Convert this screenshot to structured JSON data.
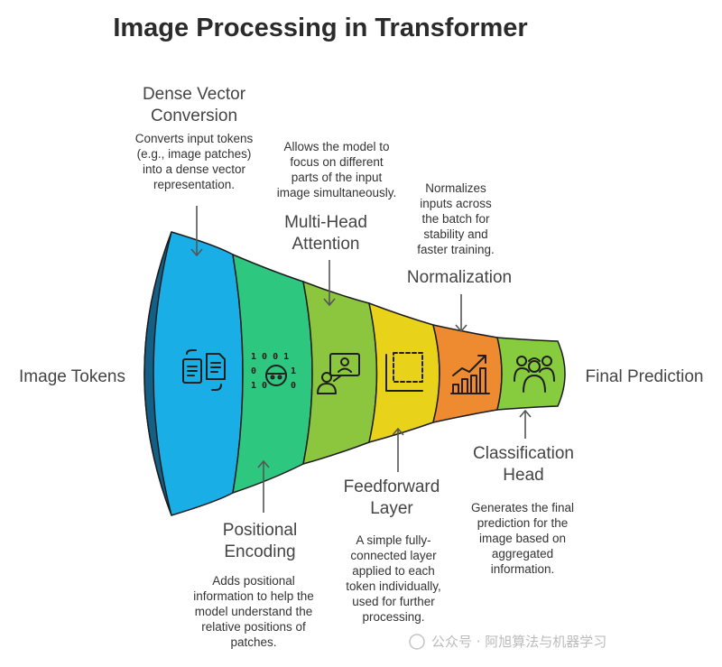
{
  "title": "Image Processing in Transformer",
  "input_label": "Image Tokens",
  "output_label": "Final Prediction",
  "stages": [
    {
      "id": "dense",
      "color": "#1aaee6",
      "icon": "document-convert-icon",
      "title": [
        "Dense Vector",
        "Conversion"
      ],
      "desc": [
        "Converts input tokens",
        "(e.g., image patches)",
        "into a dense vector",
        "representation."
      ]
    },
    {
      "id": "positional",
      "color": "#2dc77f",
      "icon": "binary-face-icon",
      "title": [
        "Positional",
        "Encoding"
      ],
      "desc": [
        "Adds positional",
        "information to help the",
        "model understand the",
        "relative positions of",
        "patches."
      ]
    },
    {
      "id": "attention",
      "color": "#8cc63f",
      "icon": "presenter-screen-icon",
      "title": [
        "Multi-Head",
        "Attention"
      ],
      "desc": [
        "Allows the model to",
        "focus on different",
        "parts of the input",
        "image simultaneously."
      ]
    },
    {
      "id": "feedforward",
      "color": "#e8d31a",
      "icon": "dashed-square-icon",
      "title": [
        "Feedforward",
        "Layer"
      ],
      "desc": [
        "A simple fully-",
        "connected layer",
        "applied to each",
        "token individually,",
        "used for further",
        "processing."
      ]
    },
    {
      "id": "normalization",
      "color": "#ee8a30",
      "icon": "bar-chart-trend-icon",
      "title": [
        "Normalization"
      ],
      "desc": [
        "Normalizes",
        "inputs across",
        "the batch for",
        "stability and",
        "faster training."
      ]
    },
    {
      "id": "classification",
      "color": "#86cc3e",
      "icon": "group-people-icon",
      "title": [
        "Classification",
        "Head"
      ],
      "desc": [
        "Generates the final",
        "prediction for the",
        "image based on",
        "aggregated",
        "information."
      ]
    }
  ],
  "icon_digits": [
    "1 0 0 1",
    "0",
    "1",
    "1 0",
    "0"
  ],
  "watermark": "公众号 · 阿旭算法与机器学习"
}
